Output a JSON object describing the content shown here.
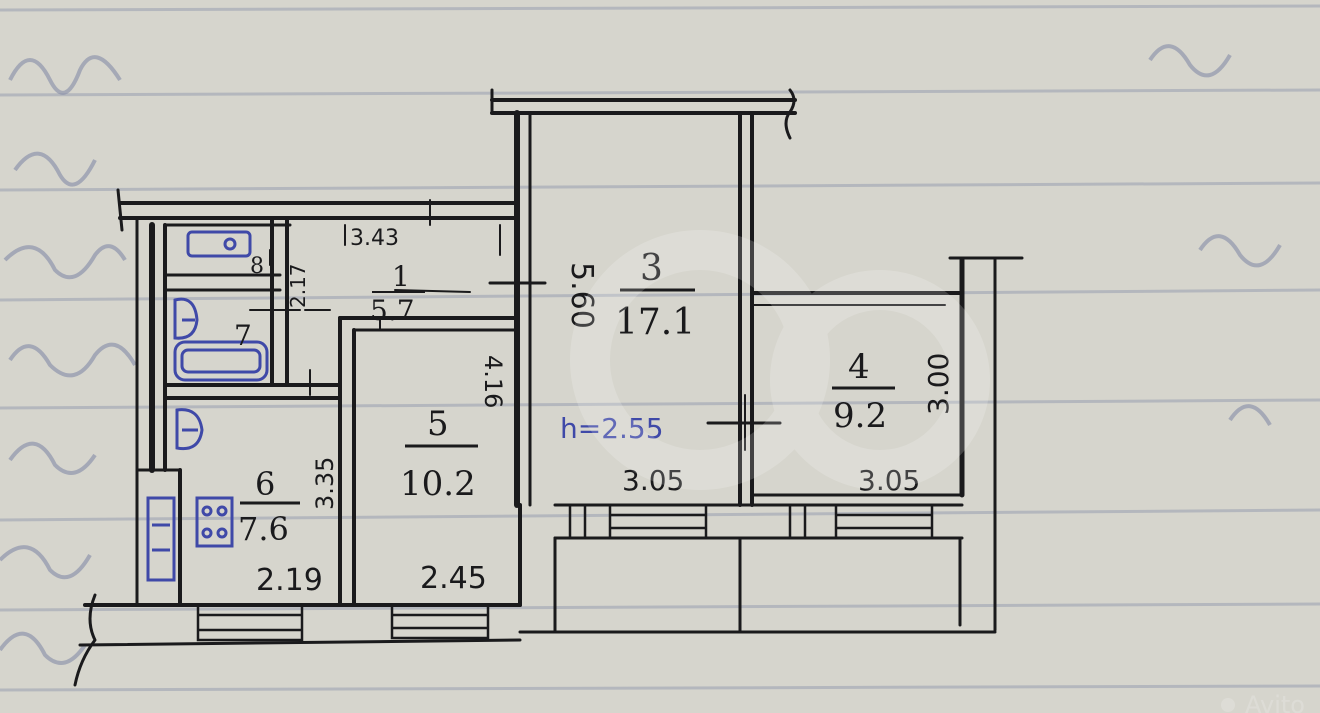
{
  "plan": {
    "rooms": [
      {
        "number": "1",
        "area": "5.7"
      },
      {
        "number": "3",
        "area": "17.1"
      },
      {
        "number": "4",
        "area": "9.2"
      },
      {
        "number": "5",
        "area": "10.2"
      },
      {
        "number": "6",
        "area": "7.6"
      },
      {
        "number": "7",
        "area": ""
      },
      {
        "number": "8",
        "area": ""
      }
    ],
    "dimensions": {
      "hall_width": "3.43",
      "hall_depth": "2.17",
      "room3_length": "5.60",
      "room3_width": "3.05",
      "room4_length": "3.00",
      "room4_width": "3.05",
      "room5_length": "4.16",
      "room5_width": "2.45",
      "room6_length": "3.35",
      "room6_width": "2.19"
    },
    "ceiling_height": "h=2.55"
  },
  "watermark": {
    "text": "Avito"
  },
  "colors": {
    "paper": "#d6d5cd",
    "ink": "#1a1a1c",
    "blue_ink": "#3f49a8",
    "ruling": "#8e93a6"
  }
}
